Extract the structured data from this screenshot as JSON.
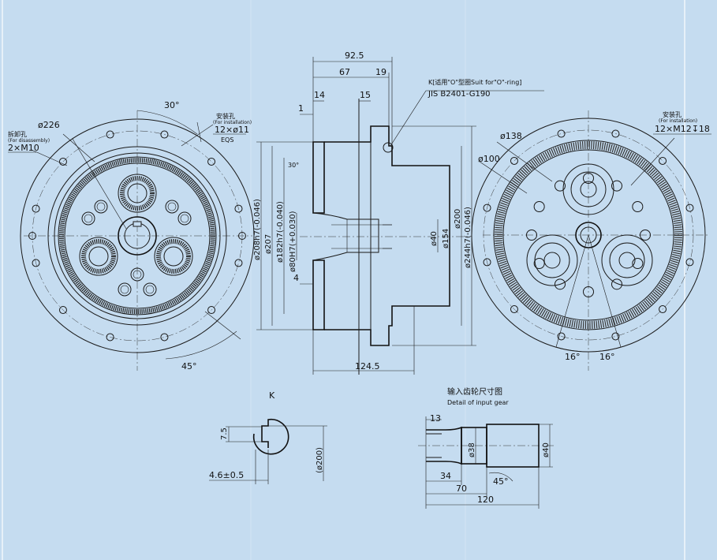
{
  "front_view": {
    "dia_226": "ø226",
    "angle_30": "30°",
    "angle_45": "45°",
    "disassembly_cn": "拆卸孔",
    "disassembly_en": "(For disassembly)",
    "disassembly_spec": "2×M10",
    "install_cn": "安装孔",
    "install_en": "(For installation)",
    "install_spec": "12×ø11",
    "install_eqs": "EQS"
  },
  "section_view": {
    "dim_92_5": "92.5",
    "dim_67": "67",
    "dim_19": "19",
    "dim_14": "14",
    "dim_15": "15",
    "dim_1": "1",
    "dim_4": "4",
    "dim_30deg": "30°",
    "dim_124_5": "124.5",
    "dia_208": "ø208h7(-0.046)",
    "dia_207": "ø207",
    "dia_182": "ø182h7(-0.040)",
    "dia_80": "ø80H7(+0.030)",
    "dia_40": "ø40",
    "dia_154": "ø154",
    "dia_200": "ø200",
    "dia_244": "ø244h7(-0.046)",
    "k_note": "K[适用\"O\"型圈Suit for\"O\"-ring]",
    "jis": "JIS B2401-G190"
  },
  "rear_view": {
    "dia_138": "ø138",
    "dia_100": "ø100",
    "install_cn": "安装孔",
    "install_en": "(For installation)",
    "install_spec": "12×M12↧18",
    "angle_16a": "16°",
    "angle_16b": "16°"
  },
  "detail_k": {
    "title": "K",
    "dim_7_5": "7.5",
    "dim_4_6": "4.6±0.5",
    "dim_200": "(ø200)"
  },
  "input_gear": {
    "title_cn": "输入齿轮尺寸图",
    "title_en": "Detail of input gear",
    "dim_13": "13",
    "dia_38": "ø38",
    "dia_40": "ø40",
    "dim_34": "34",
    "dim_45deg": "45°",
    "dim_70": "70",
    "dim_120": "120"
  }
}
